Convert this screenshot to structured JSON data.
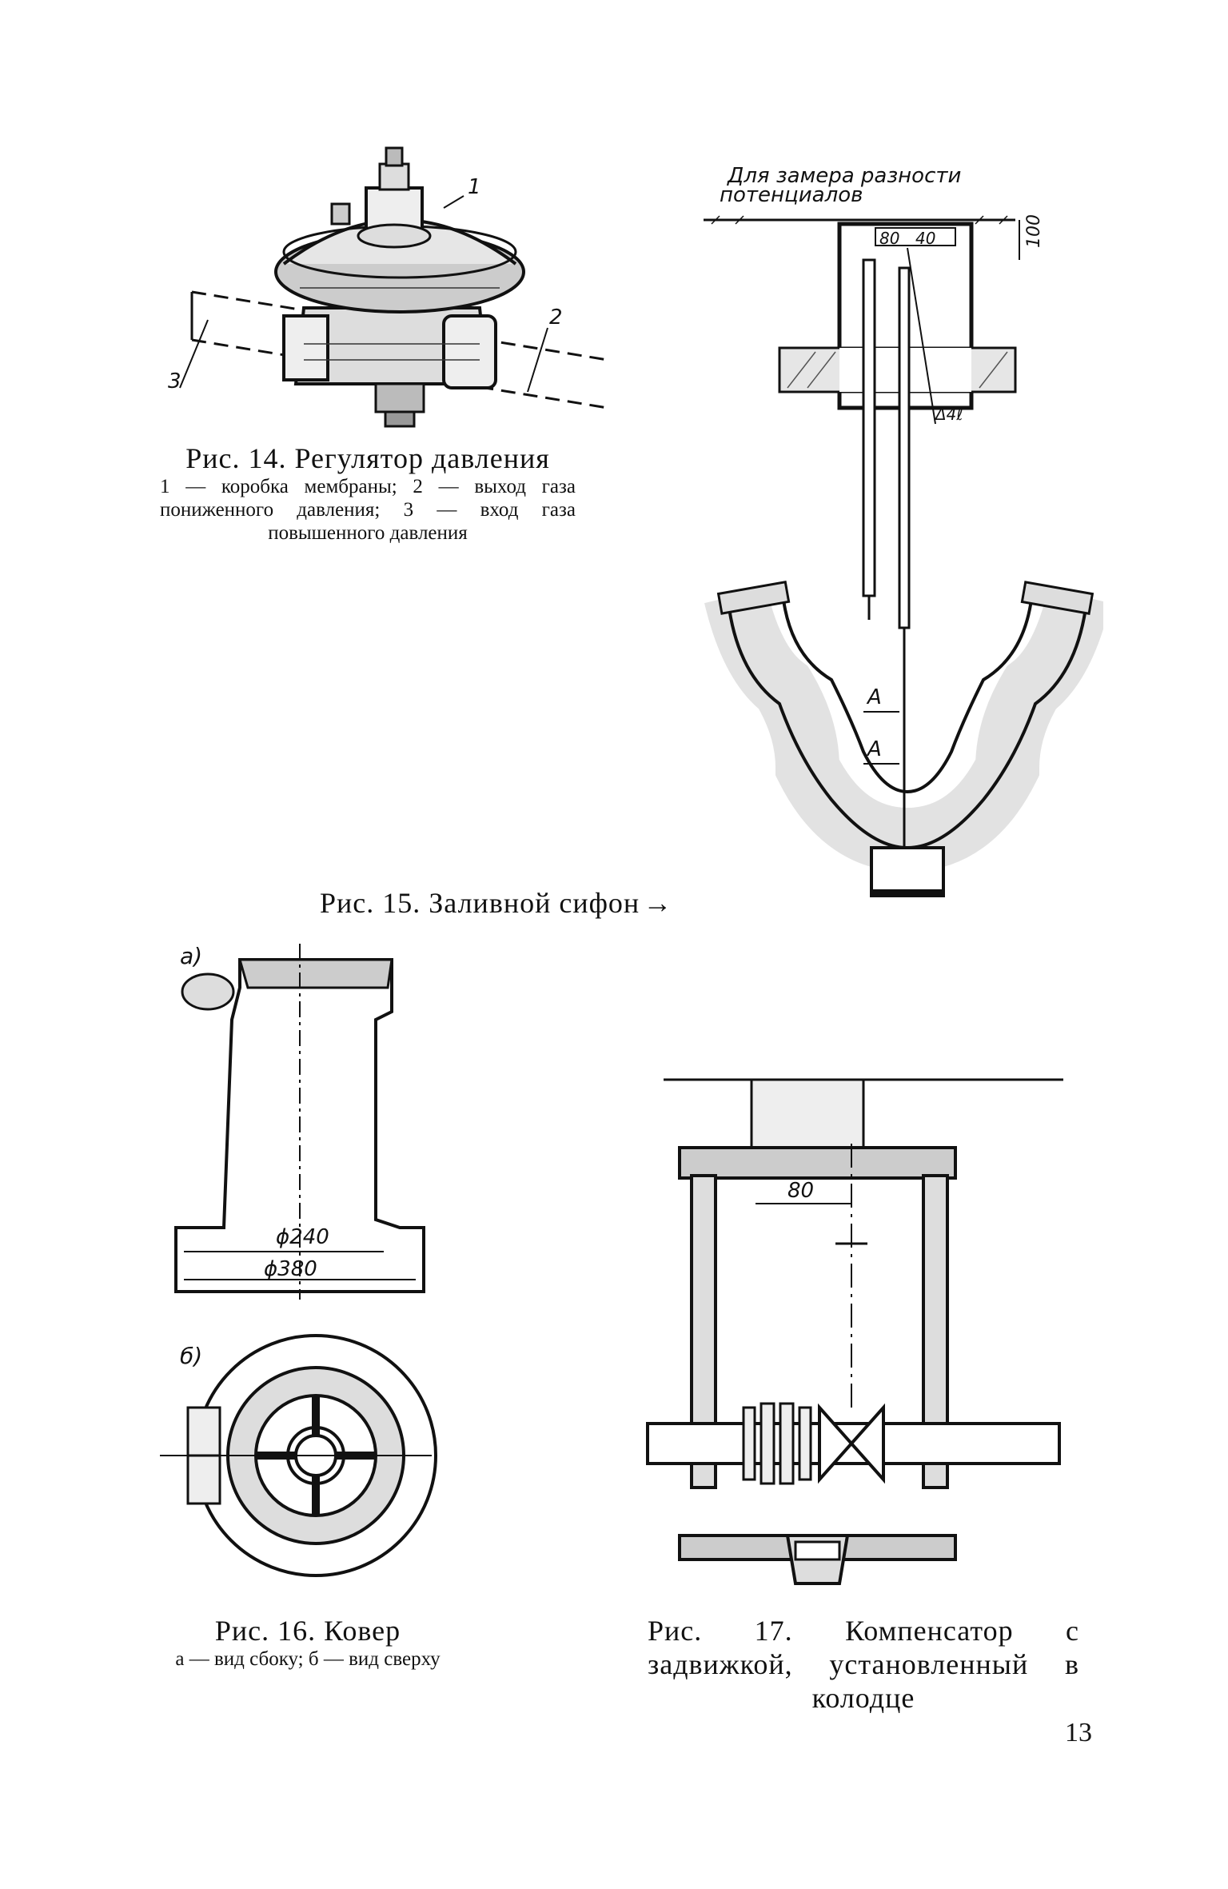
{
  "fig14": {
    "title": "Рис. 14. Регулятор давления",
    "legend": "1 — коробка мембраны; 2 — выход газа пониженного давления; 3 — вход газа повышенного давления",
    "callouts": [
      "1",
      "2",
      "3"
    ]
  },
  "fig15": {
    "title": "Рис. 15. Заливной сифон",
    "arrow": "→",
    "note_line1": "Для замера разности",
    "note_line2": "потенциалов",
    "dim_80": "80",
    "dim_40": "40",
    "dim_100": "100",
    "mark_d4": "Δ4ℓ",
    "section_a": "A"
  },
  "fig16": {
    "title": "Рис. 16. Ковер",
    "legend": "а — вид сбоку; б — вид сверху",
    "view_a": "а)",
    "view_b": "б)",
    "dim_inner": "ϕ240",
    "dim_outer": "ϕ380"
  },
  "fig17": {
    "title": "Рис. 17. Компенсатор с задвижкой, установленный в колодце",
    "dim_80": "80"
  },
  "page_number": "13"
}
